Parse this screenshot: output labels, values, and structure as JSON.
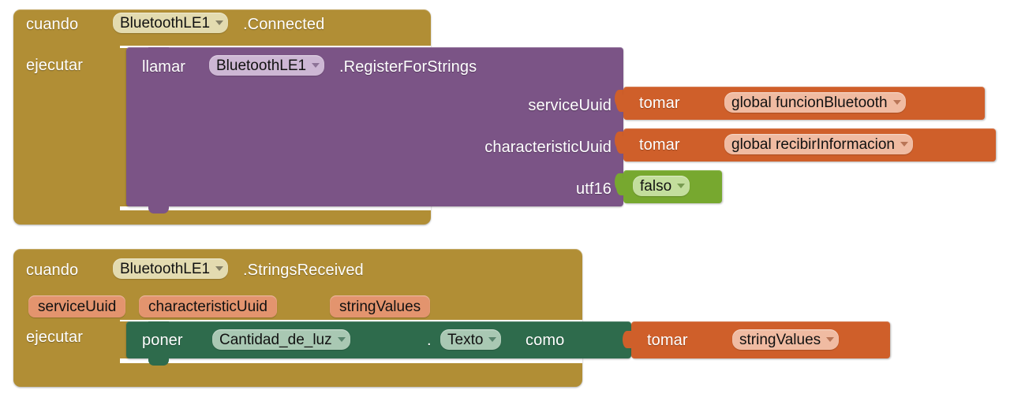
{
  "blocks": {
    "block1": {
      "event_label": "cuando",
      "component": "BluetoothLE1",
      "event_name": ".Connected",
      "do_label": "ejecutar",
      "call": {
        "call_label": "llamar",
        "component": "BluetoothLE1",
        "method": ".RegisterForStrings",
        "args": [
          {
            "name": "serviceUuid",
            "getter_label": "tomar",
            "value": "global funcionBluetooth"
          },
          {
            "name": "characteristicUuid",
            "getter_label": "tomar",
            "value": "global recibirInformacion"
          },
          {
            "name": "utf16",
            "logic_value": "falso"
          }
        ]
      }
    },
    "block2": {
      "event_label": "cuando",
      "component": "BluetoothLE1",
      "event_name": ".StringsReceived",
      "params": [
        "serviceUuid",
        "characteristicUuid",
        "stringValues"
      ],
      "do_label": "ejecutar",
      "setter": {
        "set_label": "poner",
        "component": "Cantidad_de_luz",
        "dot": ".",
        "property": "Texto",
        "to_label": "como",
        "value": {
          "getter_label": "tomar",
          "variable": "stringValues"
        }
      }
    }
  },
  "icons": {
    "dropdown": "chevron-down-icon"
  },
  "colors": {
    "event_gold": "#B18E35",
    "method_purple": "#7B5486",
    "setter_green": "#2E6B4C",
    "variable_orange": "#CF5F2A",
    "logic_green": "#77A82F",
    "param_salmon": "#E3946E",
    "field_cream": "#E3DBB0",
    "field_lilac": "#CDB7D4",
    "field_salmon": "#F0BBA2",
    "field_lightgreen": "#C3DE9D",
    "field_darkgreen": "#A9C8B3",
    "canvas": "#FFFFFF"
  }
}
